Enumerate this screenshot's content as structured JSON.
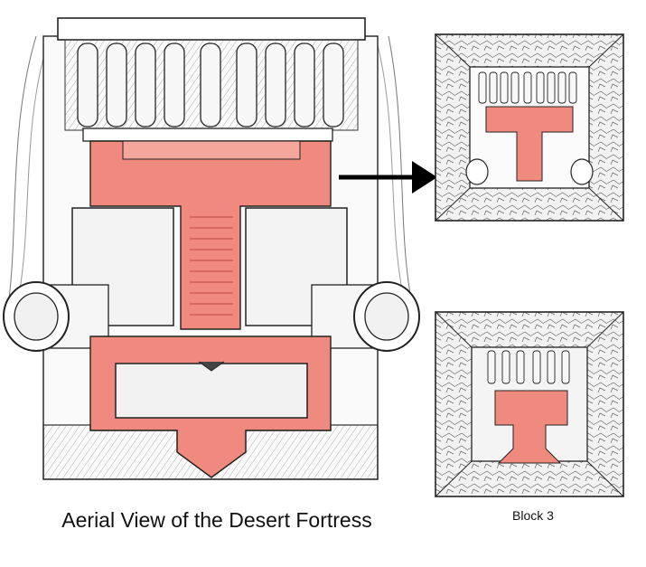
{
  "captions": {
    "main": "Aerial View of the Desert Fortress",
    "block": "Block 3"
  },
  "colors": {
    "highlight": "#f08a7e",
    "ink": "#1a1a1a",
    "paper": "#ffffff",
    "shade": "#d9d9d9"
  },
  "figures": {
    "main_sketch": "fortress-floorplan-sketch",
    "preview_top": "fortress-block-preview-1",
    "preview_bottom": "fortress-block-3-preview",
    "pointer": "right-arrow-icon"
  }
}
